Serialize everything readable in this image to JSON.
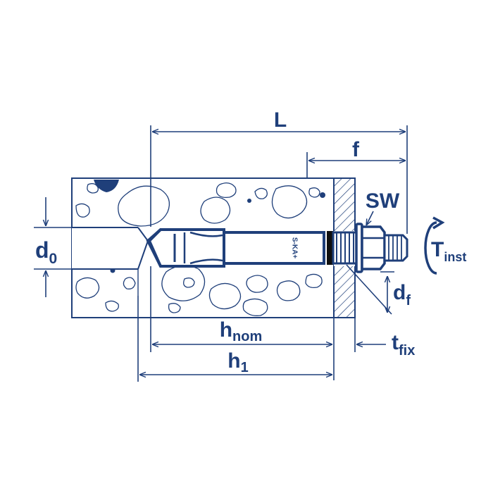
{
  "colors": {
    "ink": "#1f3f7a",
    "bolt_fill": "#ffffff",
    "stop_ring": "#0f0f0f"
  },
  "bolt_marking": "S-KA+",
  "labels": {
    "L": "L",
    "f": "f",
    "SW": "SW",
    "d0_main": "d",
    "d0_sub": "0",
    "df_main": "d",
    "df_sub": "f",
    "T_main": "T",
    "T_sub": "inst",
    "hnom_main": "h",
    "hnom_sub": "nom",
    "h1_main": "h",
    "h1_sub": "1",
    "tfix_main": "t",
    "tfix_sub": "fix"
  },
  "icons": {
    "torque": "rotation-arrow-icon"
  }
}
